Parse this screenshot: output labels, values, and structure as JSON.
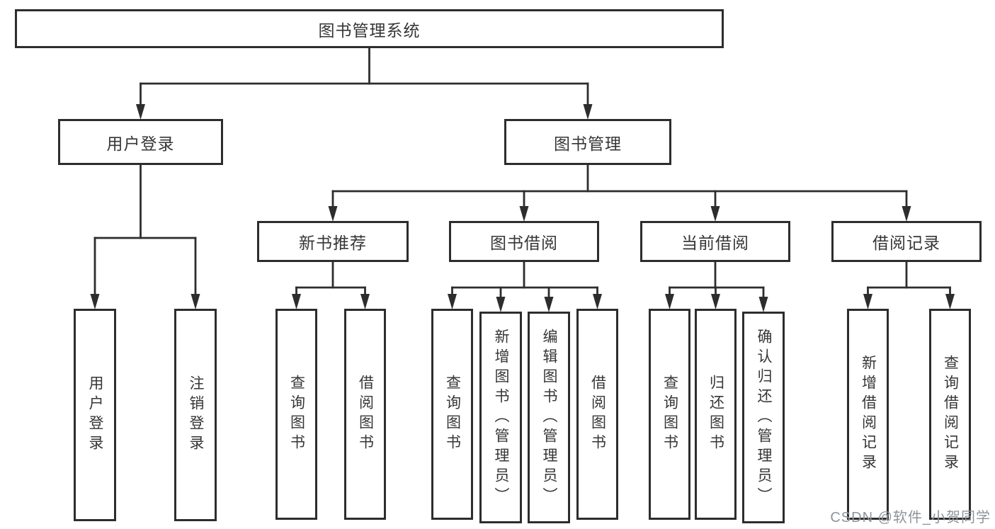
{
  "diagram": {
    "type": "hierarchy-tree",
    "watermark": "CSDN @软件_小贺同学",
    "colors": {
      "line": "#2d2d2d",
      "box_border": "#2d2d2d",
      "box_fill": "#ffffff",
      "text": "#363636",
      "background": "#ffffff",
      "watermark": "#8e949a"
    },
    "nodes": [
      {
        "id": "root",
        "label": "图书管理系统",
        "parent": null
      },
      {
        "id": "user-login",
        "label": "用户登录",
        "parent": "root"
      },
      {
        "id": "book-management",
        "label": "图书管理",
        "parent": "root"
      },
      {
        "id": "new-book-recommend",
        "label": "新书推荐",
        "parent": "book-management"
      },
      {
        "id": "book-borrowing",
        "label": "图书借阅",
        "parent": "book-management"
      },
      {
        "id": "current-borrowing",
        "label": "当前借阅",
        "parent": "book-management"
      },
      {
        "id": "borrowing-records",
        "label": "借阅记录",
        "parent": "book-management"
      },
      {
        "id": "leaf-user-login",
        "label": "用户登录",
        "parent": "user-login"
      },
      {
        "id": "leaf-logout",
        "label": "注销登录",
        "parent": "user-login"
      },
      {
        "id": "leaf-query-book-recommend",
        "label": "查询图书",
        "parent": "new-book-recommend"
      },
      {
        "id": "leaf-borrow-book-recommend",
        "label": "借阅图书",
        "parent": "new-book-recommend"
      },
      {
        "id": "leaf-query-book-borrowing",
        "label": "查询图书",
        "parent": "book-borrowing"
      },
      {
        "id": "leaf-add-book",
        "label": "新增图书（管理员）",
        "parent": "book-borrowing"
      },
      {
        "id": "leaf-edit-book",
        "label": "编辑图书（管理员）",
        "parent": "book-borrowing"
      },
      {
        "id": "leaf-borrow-book-borrowing",
        "label": "借阅图书",
        "parent": "book-borrowing"
      },
      {
        "id": "leaf-query-book-current",
        "label": "查询图书",
        "parent": "current-borrowing"
      },
      {
        "id": "leaf-return-book",
        "label": "归还图书",
        "parent": "current-borrowing"
      },
      {
        "id": "leaf-confirm-return",
        "label": "确认归还（管理员）",
        "parent": "current-borrowing"
      },
      {
        "id": "leaf-add-borrow-record",
        "label": "新增借阅记录",
        "parent": "borrowing-records"
      },
      {
        "id": "leaf-query-borrow-record",
        "label": "查询借阅记录",
        "parent": "borrowing-records"
      }
    ]
  }
}
